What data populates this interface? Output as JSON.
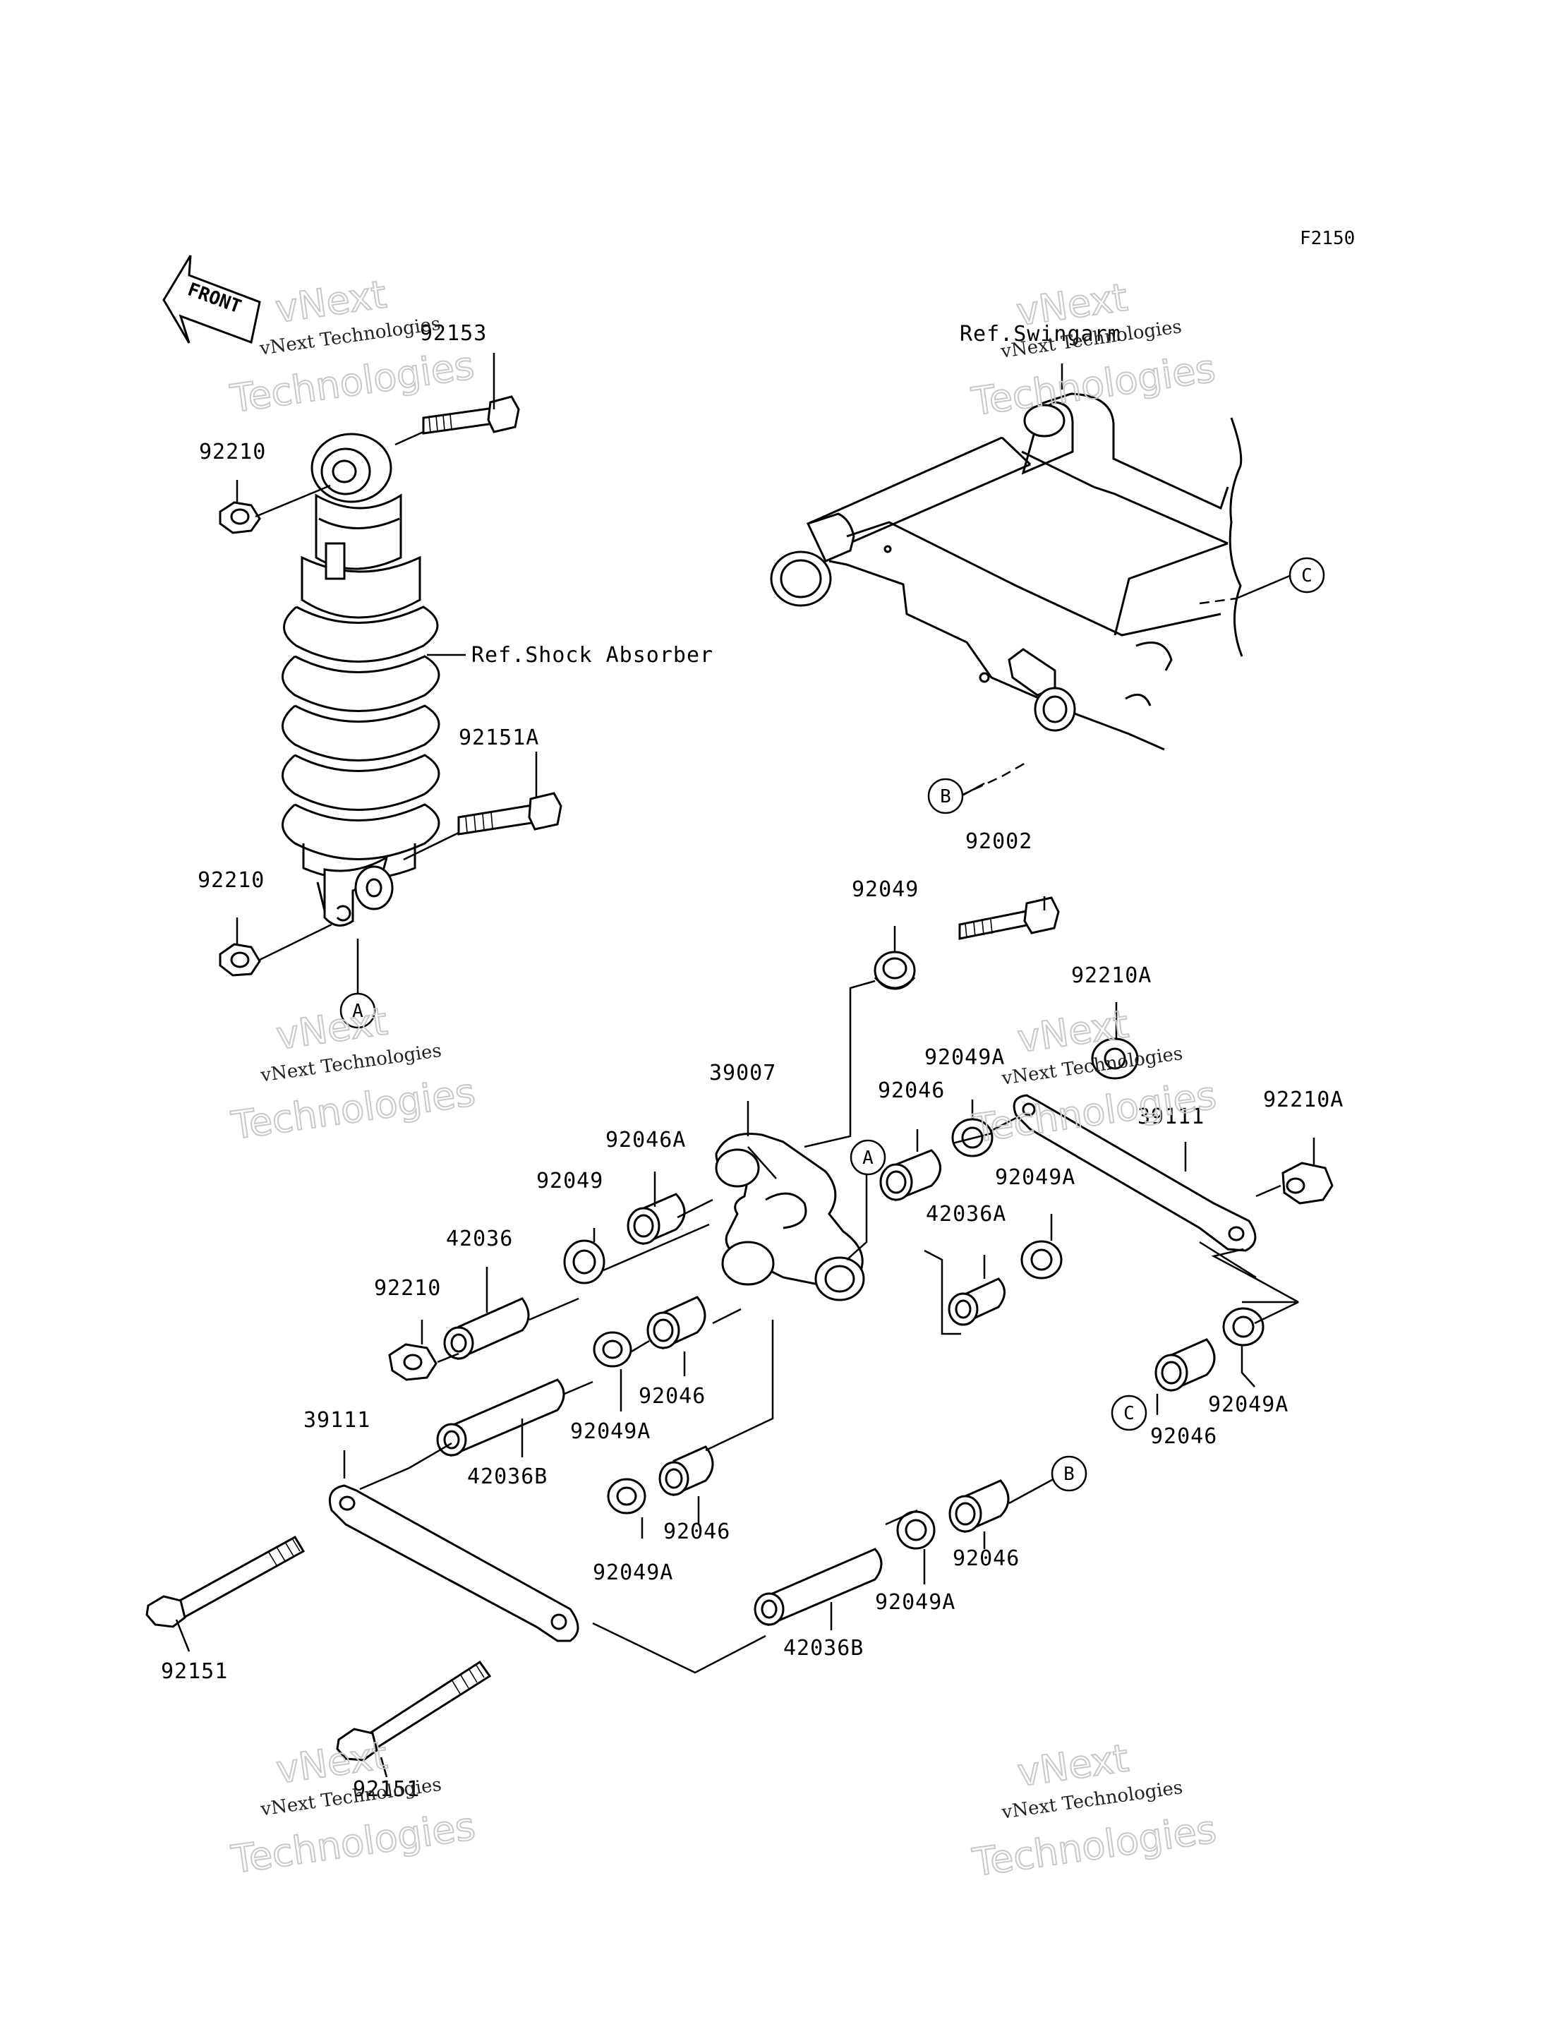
{
  "figure_code": "F2150",
  "front_label": "FRONT",
  "references": {
    "swingarm": "Ref.Swingarm",
    "shock_absorber": "Ref.Shock Absorber"
  },
  "watermark": {
    "line1": "vNext Technologies",
    "line2": "Technologies",
    "line3": "vNext"
  },
  "callouts": {
    "a": "A",
    "b": "B",
    "c": "C"
  },
  "parts": {
    "p92153": "92153",
    "p92210_top": "92210",
    "p92151A": "92151A",
    "p92210_mid": "92210",
    "p92002": "92002",
    "p92049_top": "92049",
    "p92210A_top": "92210A",
    "p92049A_top": "92049A",
    "p92046_top": "92046",
    "p39007": "39007",
    "p39111_right": "39111",
    "p92210A_right": "92210A",
    "p92046A": "92046A",
    "p92049_left": "92049",
    "p92049A_mid": "92049A",
    "p42036A": "42036A",
    "p42036": "42036",
    "p92210_low": "92210",
    "p92046_mid": "92046",
    "p92049A_left": "92049A",
    "p92046_rc": "92046",
    "p92049A_rc": "92049A",
    "p39111_left": "39111",
    "p42036B_left": "42036B",
    "p92046_low": "92046",
    "p92049A_low": "92049A",
    "p92046_br": "92046",
    "p92049A_br": "92049A",
    "p42036B_br": "42036B",
    "p92151": "92151",
    "p92151_bottom": "92151"
  }
}
